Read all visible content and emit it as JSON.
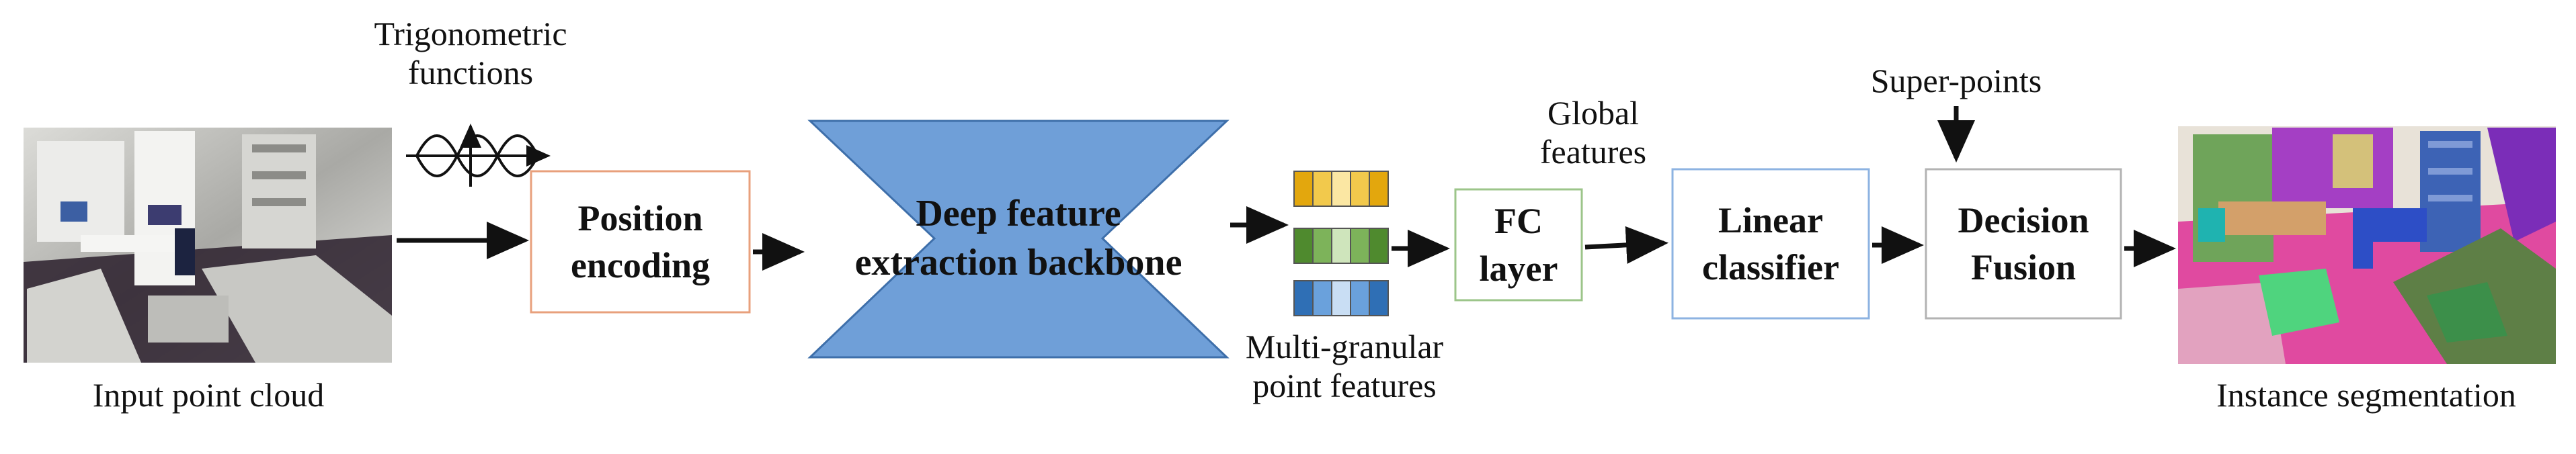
{
  "input_label": "Input point cloud",
  "trig_label_line1": "Trigonometric",
  "trig_label_line2": "functions",
  "position_encoding": {
    "line1": "Position",
    "line2": "encoding"
  },
  "backbone": {
    "line1": "Deep feature",
    "line2": "extraction backbone"
  },
  "multi_granular": {
    "line1": "Multi-granular",
    "line2": "point features"
  },
  "global_features": {
    "line1": "Global",
    "line2": "features"
  },
  "fc_layer": {
    "line1": "FC",
    "line2": "layer"
  },
  "linear_classifier": {
    "line1": "Linear",
    "line2": "classifier"
  },
  "super_points": "Super-points",
  "decision_fusion": {
    "line1": "Decision",
    "line2": "Fusion"
  },
  "output_label": "Instance segmentation",
  "colors": {
    "position_box": "#e8a07c",
    "fc_box": "#9cc58a",
    "linear_box": "#8db3e2",
    "fusion_box": "#b3b3b3",
    "backbone_fill": "#6f9fd8",
    "backbone_stroke": "#3e6faa",
    "feat_yellow": [
      "#e3a70d",
      "#f2c94c",
      "#fbe7a3",
      "#f2c94c",
      "#e3a70d"
    ],
    "feat_green": [
      "#4f8a2e",
      "#7db35a",
      "#cfe5bc",
      "#7db35a",
      "#4f8a2e"
    ],
    "feat_blue": [
      "#2f6fb5",
      "#6aa1dc",
      "#c9def4",
      "#6aa1dc",
      "#2f6fb5"
    ]
  }
}
